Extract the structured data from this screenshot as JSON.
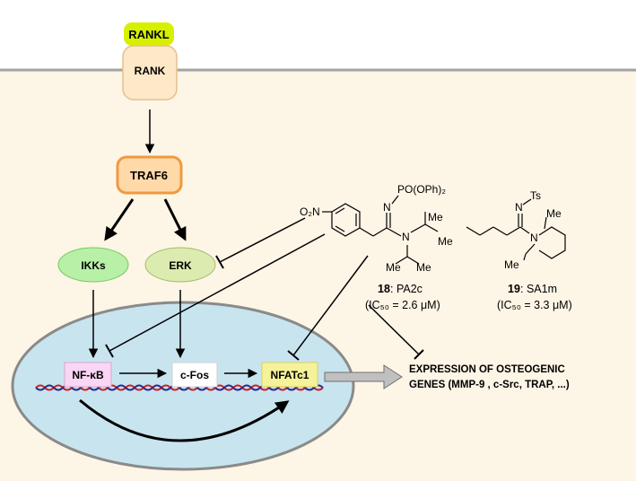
{
  "colors": {
    "cytoplasm": "#fdf5e6",
    "membrane": "#a3a3a3",
    "nucleus_fill": "#c8e4ef",
    "nucleus_stroke": "#8a8a8a",
    "rankl": "#d6f000",
    "rank": "#fde8c8",
    "traf6": "#ffd9a8",
    "traf6_stroke": "#ee9a40",
    "ikks": "#b8f0a8",
    "erk": "#dcecb0",
    "nfkb": "#f9d6f3",
    "cfos": "#ffffff",
    "nfatc1": "#f6f29a",
    "dna_red": "#cc2222",
    "dna_blue": "#2a2a8a",
    "big_arrow": "#c0c0c0"
  },
  "receptors": {
    "rankl": "RANKL",
    "rank": "RANK"
  },
  "signaling": {
    "traf6": "TRAF6",
    "ikks": "IKKs",
    "erk": "ERK"
  },
  "nucleus": {
    "nfkb": "NF-κB",
    "cfos": "c-Fos",
    "nfatc1": "NFATc1"
  },
  "output": {
    "line1": "EXPRESSION  OF  OSTEOGENIC",
    "line2": "GENES  (MMP-9 , c-Src, TRAP, ...)"
  },
  "compound18": {
    "nitro": "O₂N",
    "po_group": "PO(OPh)₂",
    "imine_n": "N",
    "amine_n": "N",
    "me1": "Me",
    "me2": "Me",
    "me3": "Me",
    "me4": "Me",
    "number": "18",
    "name": " : PA2c",
    "ic50": "(IC₅₀ = 2.6 μM)"
  },
  "compound19": {
    "ts": "Ts",
    "imine_n": "N",
    "ring_n": "N",
    "me1": "Me",
    "me2": "Me",
    "number": "19",
    "name": " : SA1m",
    "ic50": "(IC₅₀ = 3.3 μM)"
  }
}
